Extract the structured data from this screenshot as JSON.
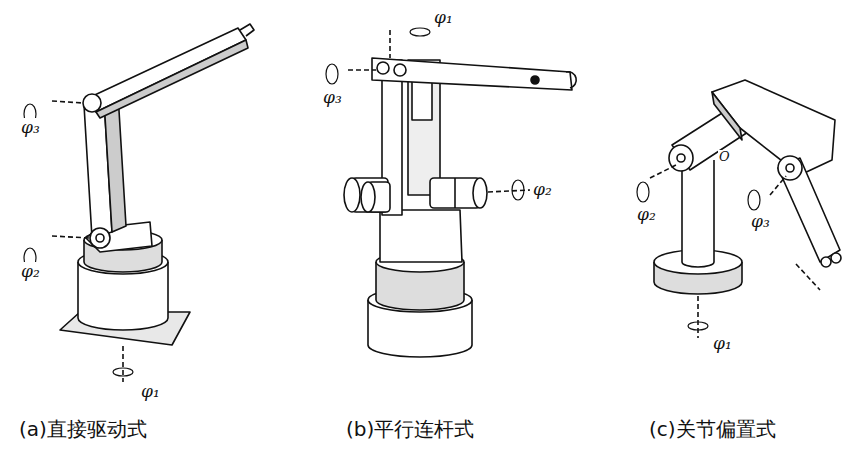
{
  "diagram": {
    "labels": [
      "φ₃",
      "φ₂",
      "φ₁",
      "φ₁",
      "φ₃",
      "φ₂",
      "O",
      "φ₂",
      "φ₃",
      "φ₁",
      "(a)直接驱动式",
      "(b)平行连杆式",
      "(c)关节偏置式"
    ]
  }
}
